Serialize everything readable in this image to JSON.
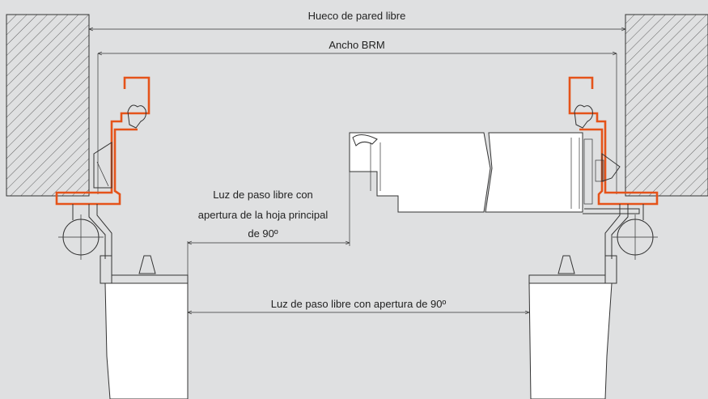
{
  "dimensions": {
    "wall_opening": "Hueco de pared libre",
    "brm_width": "Ancho BRM",
    "clear_passage_main_leaf_line1": "Luz de paso libre con",
    "clear_passage_main_leaf_line2": "apertura de la hoja principal",
    "clear_passage_main_leaf_line3": "de 90º",
    "clear_passage_90": "Luz de paso libre con apertura de 90º"
  },
  "colors": {
    "background": "#dfe0e1",
    "frame_profile": "#e5531a",
    "line": "#333333",
    "leaf_fill": "#ffffff"
  }
}
